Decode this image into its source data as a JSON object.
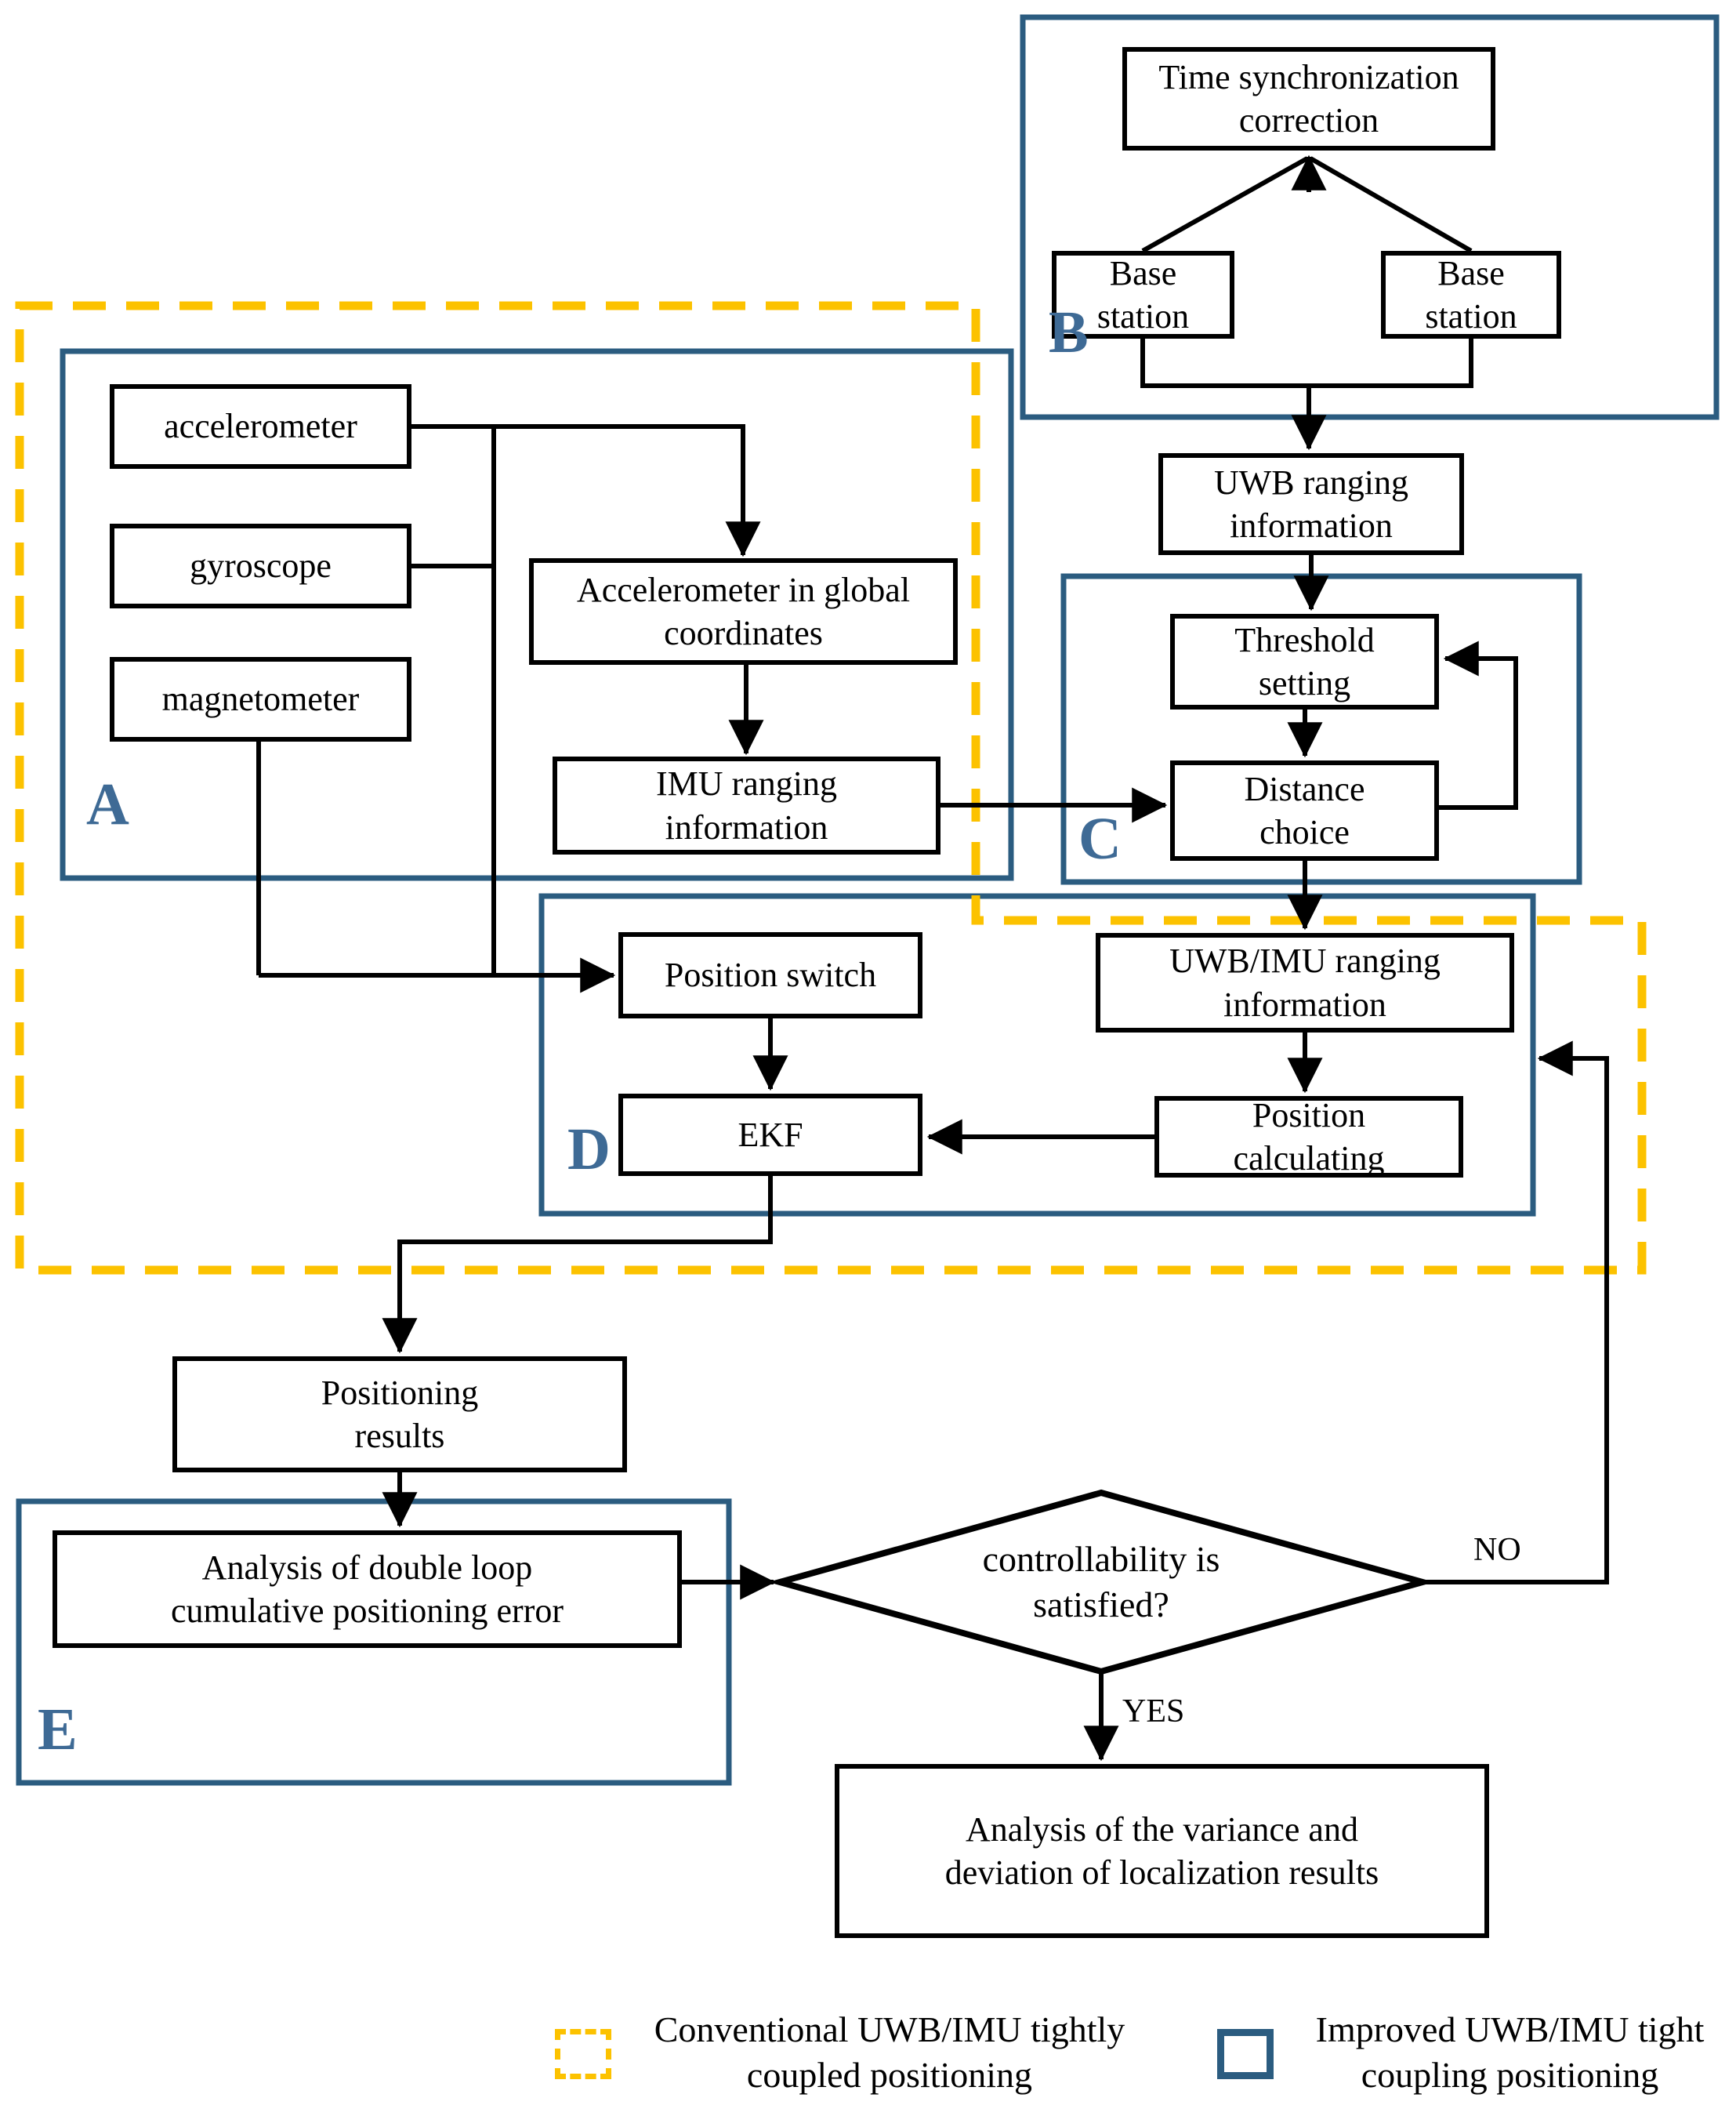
{
  "colors": {
    "container_blue": "#2B5C80",
    "section_label_blue": "#3E6A95",
    "conventional_dash_yellow": "#FCC200",
    "line_black": "#000000"
  },
  "nodes": {
    "accelerometer": {
      "lines": [
        "accelerometer"
      ]
    },
    "gyroscope": {
      "lines": [
        "gyroscope"
      ]
    },
    "magnetometer": {
      "lines": [
        "magnetometer"
      ]
    },
    "accel_global": {
      "lines": [
        "Accelerometer in global",
        "coordinates"
      ]
    },
    "imu_ranging": {
      "lines": [
        "IMU ranging",
        "information"
      ]
    },
    "time_sync": {
      "lines": [
        "Time synchronization",
        "correction"
      ]
    },
    "base_station_left": {
      "lines": [
        "Base",
        "station"
      ]
    },
    "base_station_right": {
      "lines": [
        "Base",
        "station"
      ]
    },
    "uwb_ranging": {
      "lines": [
        "UWB ranging",
        "information"
      ]
    },
    "threshold_setting": {
      "lines": [
        "Threshold",
        "setting"
      ]
    },
    "distance_choice": {
      "lines": [
        "Distance",
        "choice"
      ]
    },
    "position_switch": {
      "lines": [
        "Position switch"
      ]
    },
    "uwb_imu_ranging": {
      "lines": [
        "UWB/IMU ranging",
        "information"
      ]
    },
    "ekf": {
      "lines": [
        "EKF"
      ]
    },
    "position_calculating": {
      "lines": [
        "Position",
        "calculating"
      ]
    },
    "positioning_results": {
      "lines": [
        "Positioning",
        "results"
      ]
    },
    "analysis_double_loop": {
      "lines": [
        "Analysis of double loop",
        "cumulative positioning error"
      ]
    },
    "variance_analysis": {
      "lines": [
        "Analysis of the variance and",
        "deviation of localization results"
      ]
    }
  },
  "decision": {
    "lines": [
      "controllability is",
      "satisfied?"
    ],
    "yes_label": "YES",
    "no_label": "NO"
  },
  "section_labels": {
    "a": "A",
    "b": "B",
    "c": "C",
    "d": "D",
    "e": "E"
  },
  "legend": {
    "conventional": {
      "lines": [
        "Conventional UWB/IMU tightly",
        "coupled positioning"
      ]
    },
    "improved": {
      "lines": [
        "Improved UWB/IMU tight",
        "coupling positioning"
      ]
    }
  }
}
